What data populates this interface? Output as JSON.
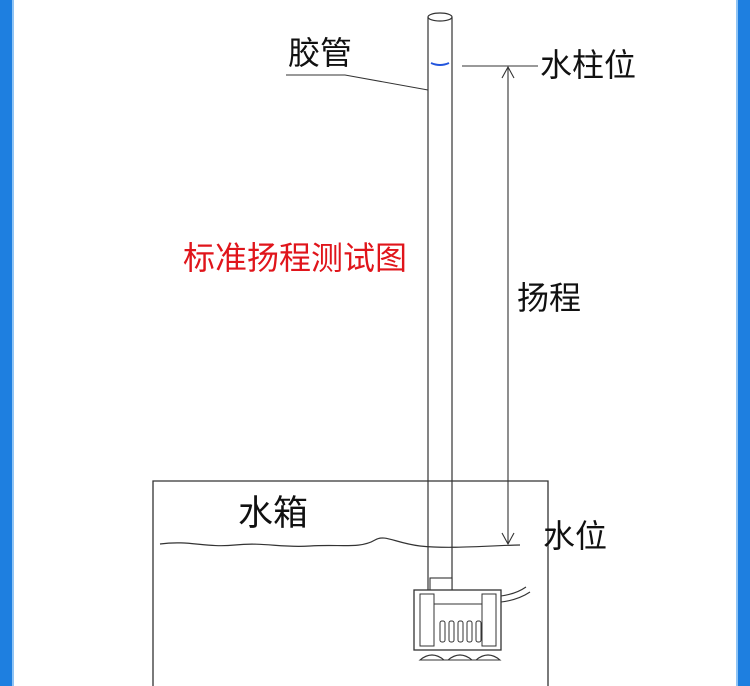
{
  "labels": {
    "hose": "胶管",
    "water_column_level": "水柱位",
    "diagram_title": "标准扬程测试图",
    "head": "扬程",
    "water_tank": "水箱",
    "water_level": "水位"
  },
  "colors": {
    "frame_border": "#1e7fe0",
    "line": "#333333",
    "title": "#e0151b",
    "water_mark": "#2255dd"
  }
}
